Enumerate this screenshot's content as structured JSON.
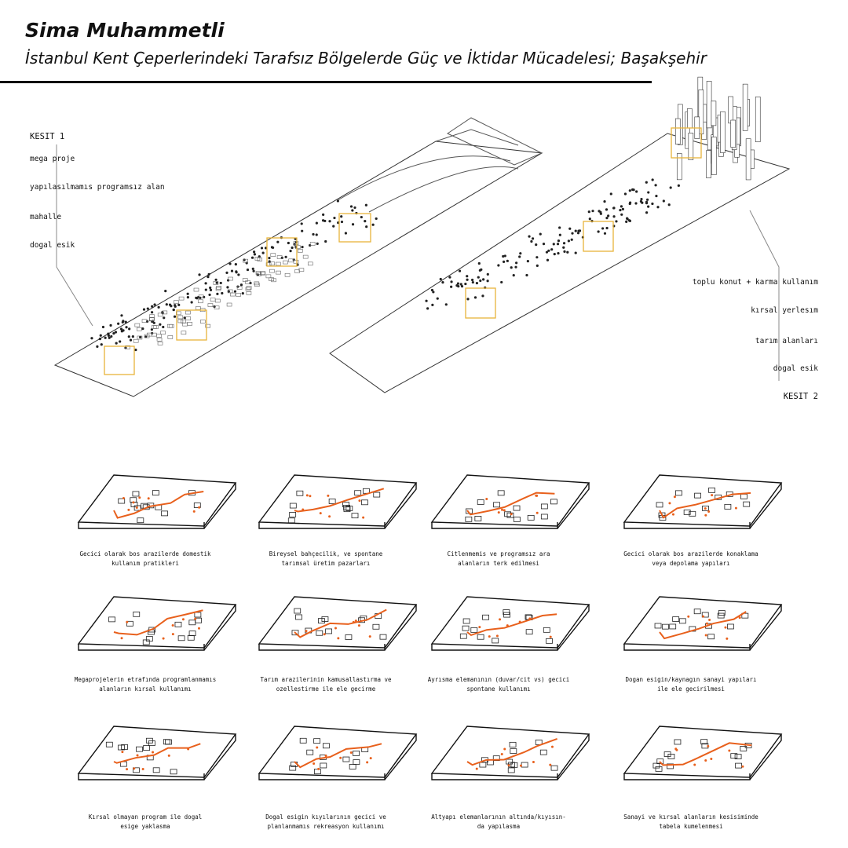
{
  "header": {
    "author": "Sima Muhammetli",
    "title": "İstanbul Kent Çeperlerindeki Tarafsız Bölgelerde Güç ve İktidar Mücadelesi; Başakşehir"
  },
  "section1": {
    "label": "KESIT 1",
    "layers": [
      "mega proje",
      "yapılasılmamıs programsız alan",
      "mahalle",
      "dogal esik"
    ]
  },
  "section2": {
    "label": "KESIT 2",
    "layers": [
      "toplu konut + karma kullanım",
      "kırsal yerlesım",
      "tarım alanları",
      "dogal esik"
    ]
  },
  "colors": {
    "accent": "#e8601c",
    "highlight": "#e8b43a",
    "line": "#222222"
  },
  "tiles": [
    {
      "caption": [
        "Gecici olarak bos arazilerde domestik",
        "kullanım pratikleri"
      ]
    },
    {
      "caption": [
        "Bireysel bahçecilik, ve spontane",
        "tarımsal üretim pazarları"
      ]
    },
    {
      "caption": [
        "Citlenmemis ve programsız ara",
        "alanların terk edilmesi"
      ]
    },
    {
      "caption": [
        "Gecici olarak bos arazilerde konaklama",
        "veya depolama yapıları"
      ]
    },
    {
      "caption": [
        "Megaprojelerin etrafında programlanmamıs",
        "alanların kırsal kullanımı"
      ]
    },
    {
      "caption": [
        "Tarım arazilerinin kamusallastırma ve",
        "ozellestirme ile ele gecirme"
      ]
    },
    {
      "caption": [
        "Ayrısma elemanının (duvar/cit vs) gecici",
        "spontane kullanımı"
      ]
    },
    {
      "caption": [
        "Dogan esigin/kaynagın sanayi yapıları",
        "ile ele gecirilmesi"
      ]
    },
    {
      "caption": [
        "Kırsal olmayan program ile dogal",
        "esige yaklasma"
      ]
    },
    {
      "caption": [
        "Dogal esigin kıyılarının gecici ve",
        "planlanmamıs rekreasyon kullanımı"
      ]
    },
    {
      "caption": [
        "Altyapı elemanlarının altında/kıyısın-",
        "da yapılasma"
      ]
    },
    {
      "caption": [
        "Sanayi ve kırsal alanların kesisiminde",
        "tabela kumelenmesi"
      ]
    }
  ]
}
